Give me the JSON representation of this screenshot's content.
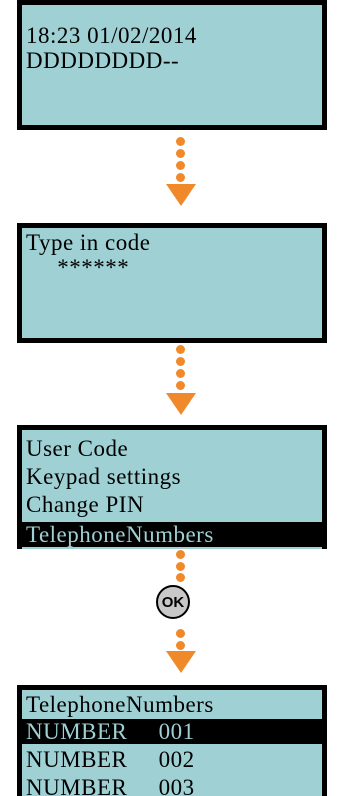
{
  "screen1": {
    "line1": "18:23 01/02/2014",
    "line2": "DDDDDDDD--"
  },
  "screen2": {
    "line1": "Type in code",
    "line2": "     ******"
  },
  "screen3": {
    "items": [
      "User Code",
      "Keypad settings",
      "Change PIN",
      "TelephoneNumbers"
    ],
    "selected_index": 3
  },
  "ok_button": {
    "label": "OK"
  },
  "screen4": {
    "items": [
      "TelephoneNumbers",
      "NUMBER     001",
      "NUMBER     002",
      "NUMBER     003"
    ],
    "selected_index": 1
  },
  "colors": {
    "lcd_background": "#9fd0d4",
    "arrow": "#f0892a"
  }
}
